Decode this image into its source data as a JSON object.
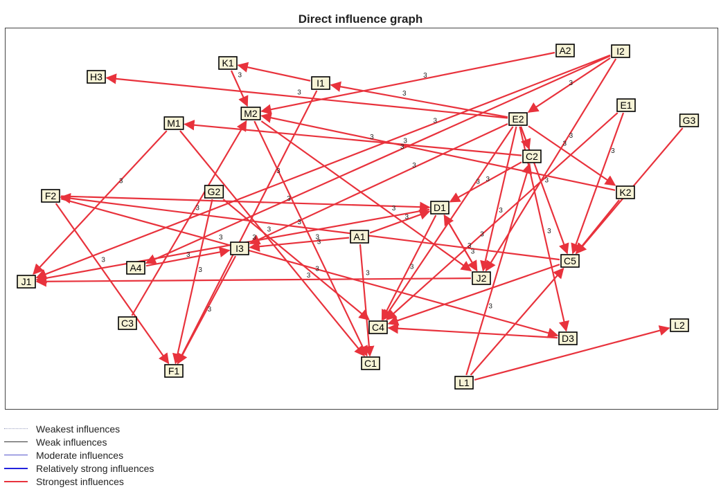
{
  "title": "Direct influence graph",
  "colors": {
    "edge": "#e8323c",
    "node_fill": "#f6f3d6",
    "node_border": "#000000"
  },
  "nodes": [
    "H3",
    "K1",
    "I1",
    "A2",
    "I2",
    "M2",
    "M1",
    "E2",
    "E1",
    "G3",
    "C2",
    "F2",
    "G2",
    "K2",
    "D1",
    "A1",
    "I3",
    "A4",
    "J1",
    "C5",
    "J2",
    "C3",
    "C4",
    "D3",
    "L2",
    "F1",
    "C1",
    "L1"
  ],
  "edges": [
    {
      "from": "K1",
      "to": "M2",
      "label": "3"
    },
    {
      "from": "I1",
      "to": "K1",
      "label": ""
    },
    {
      "from": "A2",
      "to": "M2",
      "label": "3"
    },
    {
      "from": "E2",
      "to": "H3",
      "label": "3"
    },
    {
      "from": "E2",
      "to": "I1",
      "label": "3"
    },
    {
      "from": "E2",
      "to": "C2",
      "label": ""
    },
    {
      "from": "E2",
      "to": "K2",
      "label": "3"
    },
    {
      "from": "E2",
      "to": "C5",
      "label": "3"
    },
    {
      "from": "E2",
      "to": "D3",
      "label": "3"
    },
    {
      "from": "E2",
      "to": "J2",
      "label": "3"
    },
    {
      "from": "E2",
      "to": "C4",
      "label": "3"
    },
    {
      "from": "E2",
      "to": "I3",
      "label": "3"
    },
    {
      "from": "C2",
      "to": "M1",
      "label": "3"
    },
    {
      "from": "C2",
      "to": "D1",
      "label": "3"
    },
    {
      "from": "K2",
      "to": "M2",
      "label": "3"
    },
    {
      "from": "I2",
      "to": "J1",
      "label": "3"
    },
    {
      "from": "I2",
      "to": "J2",
      "label": "3"
    },
    {
      "from": "I2",
      "to": "A4",
      "label": "3"
    },
    {
      "from": "I2",
      "to": "E2",
      "label": "3"
    },
    {
      "from": "E1",
      "to": "C4",
      "label": "3"
    },
    {
      "from": "E1",
      "to": "C5",
      "label": "3"
    },
    {
      "from": "G3",
      "to": "C5",
      "label": ""
    },
    {
      "from": "K2",
      "to": "C5",
      "label": ""
    },
    {
      "from": "M2",
      "to": "C1",
      "label": "3"
    },
    {
      "from": "M2",
      "to": "J2",
      "label": "3"
    },
    {
      "from": "I1",
      "to": "F1",
      "label": "3"
    },
    {
      "from": "M1",
      "to": "J1",
      "label": "3"
    },
    {
      "from": "M1",
      "to": "C1",
      "label": "3"
    },
    {
      "from": "C3",
      "to": "M2",
      "label": "3"
    },
    {
      "from": "F2",
      "to": "D1",
      "label": "3"
    },
    {
      "from": "F2",
      "to": "D3",
      "label": "3"
    },
    {
      "from": "F2",
      "to": "F1",
      "label": "3"
    },
    {
      "from": "G2",
      "to": "F1",
      "label": "3"
    },
    {
      "from": "C5",
      "to": "F2",
      "label": "3"
    },
    {
      "from": "C5",
      "to": "C4",
      "label": ""
    },
    {
      "from": "A1",
      "to": "C1",
      "label": "3"
    },
    {
      "from": "A1",
      "to": "I3",
      "label": "3"
    },
    {
      "from": "D1",
      "to": "J1",
      "label": "3"
    },
    {
      "from": "D1",
      "to": "C4",
      "label": "3"
    },
    {
      "from": "D1",
      "to": "J2",
      "label": "3"
    },
    {
      "from": "J2",
      "to": "D1",
      "label": "3"
    },
    {
      "from": "J2",
      "to": "J1",
      "label": "3"
    },
    {
      "from": "A4",
      "to": "I3",
      "label": "3"
    },
    {
      "from": "I3",
      "to": "F1",
      "label": "3"
    },
    {
      "from": "L1",
      "to": "L2",
      "label": ""
    },
    {
      "from": "L1",
      "to": "C2",
      "label": "3"
    },
    {
      "from": "L1",
      "to": "C5",
      "label": ""
    },
    {
      "from": "D3",
      "to": "C4",
      "label": ""
    },
    {
      "from": "A1",
      "to": "D1",
      "label": "3"
    },
    {
      "from": "G2",
      "to": "C4",
      "label": "3"
    }
  ],
  "legend": [
    {
      "label": "Weakest influences",
      "color": "#9aa0c0",
      "style": "dotted",
      "width": 1
    },
    {
      "label": "Weak influences",
      "color": "#333333",
      "style": "solid",
      "width": 1
    },
    {
      "label": "Moderate influences",
      "color": "#5555cc",
      "style": "solid",
      "width": 1
    },
    {
      "label": "Relatively strong influences",
      "color": "#2222dd",
      "style": "solid",
      "width": 2
    },
    {
      "label": "Strongest influences",
      "color": "#e8323c",
      "style": "solid",
      "width": 2
    }
  ]
}
